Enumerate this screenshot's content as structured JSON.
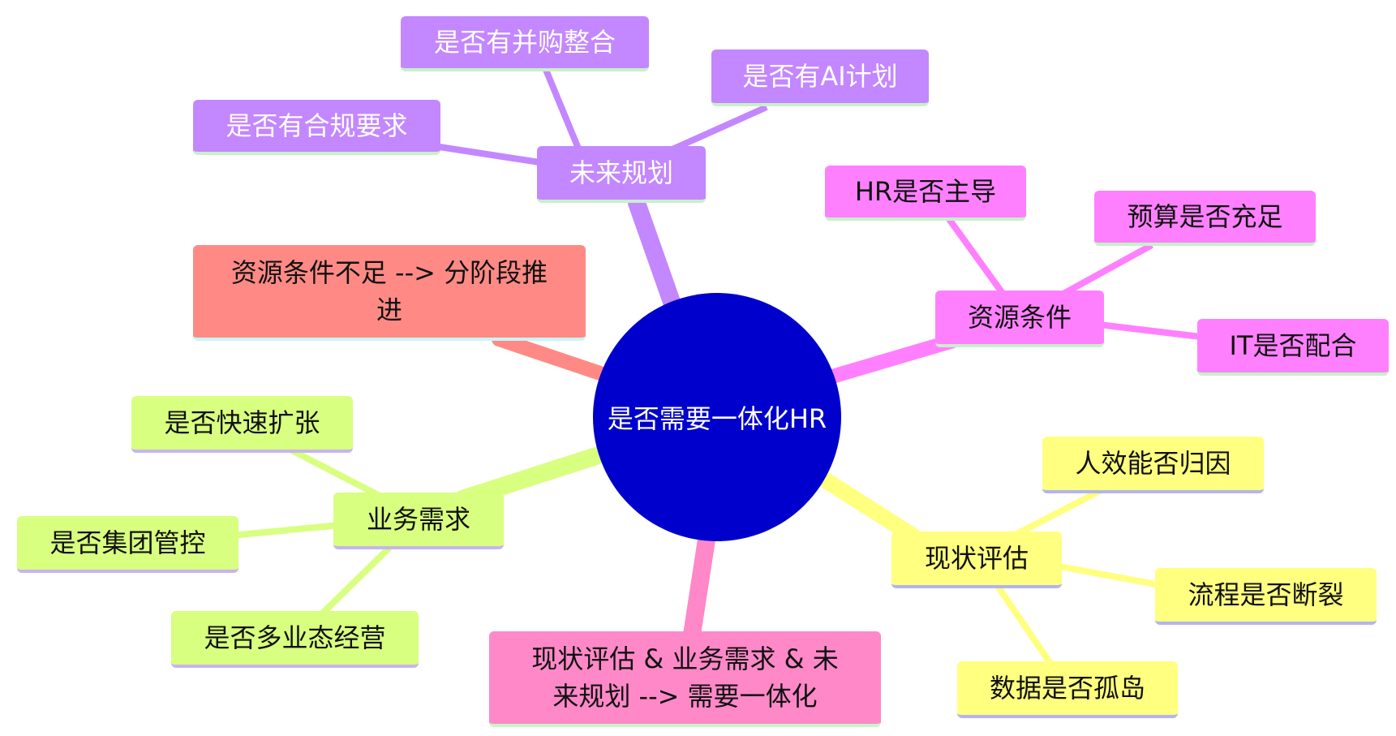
{
  "root": {
    "label": "是否需要一体化HR",
    "color": "#0000cc"
  },
  "branches": {
    "future_plan": {
      "label": "未来规划",
      "color": "#c387ff",
      "children": [
        "是否有并购整合",
        "是否有AI计划",
        "是否有合规要求"
      ]
    },
    "resource_conditions": {
      "label": "资源条件",
      "color": "#ff80ff",
      "children": [
        "HR是否主导",
        "预算是否充足",
        "IT是否配合"
      ]
    },
    "current_assessment": {
      "label": "现状评估",
      "color": "#ffff80",
      "children": [
        "人效能否归因",
        "流程是否断裂",
        "数据是否孤岛"
      ]
    },
    "business_needs": {
      "label": "业务需求",
      "color": "#d8ff80",
      "children": [
        "是否快速扩张",
        "是否集团管控",
        "是否多业态经营"
      ]
    },
    "resource_conclusion": {
      "label": "资源条件不足 --> 分阶段推进",
      "color": "#ff8a85"
    },
    "integration_conclusion": {
      "label": "现状评估 & 业务需求 & 未来规划 --> 需要一体化",
      "color": "#ff88c8"
    }
  }
}
